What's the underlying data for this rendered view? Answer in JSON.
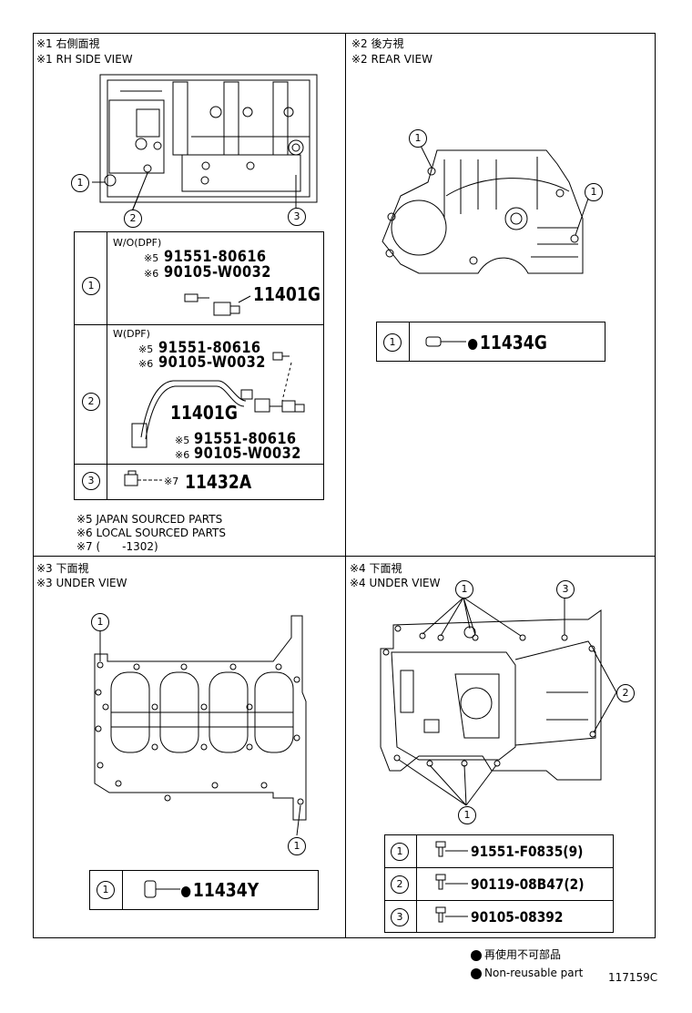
{
  "sections": {
    "rh": {
      "title_jp": "※1 右側面視",
      "title_en": "※1 RH SIDE VIEW"
    },
    "rear": {
      "title_jp": "※2 後方視",
      "title_en": "※2 REAR VIEW"
    },
    "under3": {
      "title_jp": "※3 下面視",
      "title_en": "※3 UNDER VIEW"
    },
    "under4": {
      "title_jp": "※4 下面視",
      "title_en": "※4 UNDER VIEW"
    }
  },
  "callouts": {
    "one": "1",
    "two": "2",
    "three": "3"
  },
  "rh_table": {
    "row1": {
      "variant": "W/O(DPF)",
      "pn_a_mark": "※5",
      "pn_a": "91551-80616",
      "pn_b_mark": "※6",
      "pn_b": "90105-W0032",
      "group": "11401G"
    },
    "row2": {
      "variant": "W(DPF)",
      "pn_a_mark": "※5",
      "pn_a": "91551-80616",
      "pn_b_mark": "※6",
      "pn_b": "90105-W0032",
      "group": "11401G",
      "pn_c_mark": "※5",
      "pn_c": "91551-80616",
      "pn_d_mark": "※6",
      "pn_d": "90105-W0032"
    },
    "row3": {
      "mark": "※7",
      "group": "11432A"
    }
  },
  "notes": {
    "n5": "※5 JAPAN SOURCED PARTS",
    "n6": "※6 LOCAL SOURCED PARTS",
    "n7": "※7 (　　-1302)"
  },
  "rear_table": {
    "group": "11434G"
  },
  "under3_table": {
    "group": "11434Y"
  },
  "under4_table": {
    "row1": "91551-F0835(9)",
    "row2": "90119-08B47(2)",
    "row3": "90105-08392"
  },
  "legend": {
    "jp": "再使用不可部品",
    "en": "Non-reusable part"
  },
  "figure_id": "117159C"
}
